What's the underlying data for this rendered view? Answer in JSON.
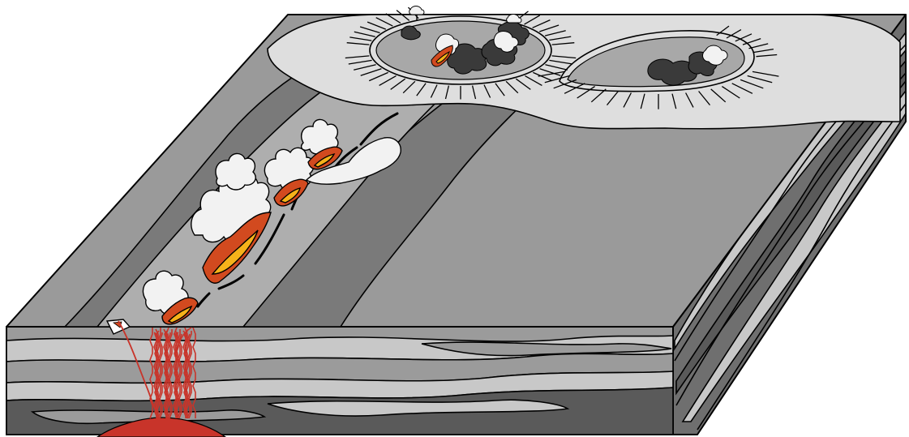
{
  "figure": {
    "kind": "geological block diagram",
    "has_text": false
  },
  "colors": {
    "outline": "#000000",
    "surface_main": "#9a9a9a",
    "band_dark": "#7a7a7a",
    "band_light": "#b4b4b4",
    "rift_valley": "#aeaeae",
    "caldera_rim": "#dedede",
    "caldera_floor": "#a8a8a8",
    "side_face": "#6f6f6f",
    "strata_light": "#c8c8c8",
    "strata_mid": "#9b9b9b",
    "strata_dark": "#5a5a5a",
    "magma": "#c8342a",
    "lava": "#d24a1f",
    "lava_hot": "#f6b21a",
    "steam": "#f2f2f2",
    "ash": "#3a3a3a"
  },
  "features": [
    "block-surface",
    "rift-zone",
    "fissure-eruptions",
    "steam-plumes",
    "summit-caldera",
    "dike-swarm",
    "magma-chamber",
    "layered-strata"
  ]
}
